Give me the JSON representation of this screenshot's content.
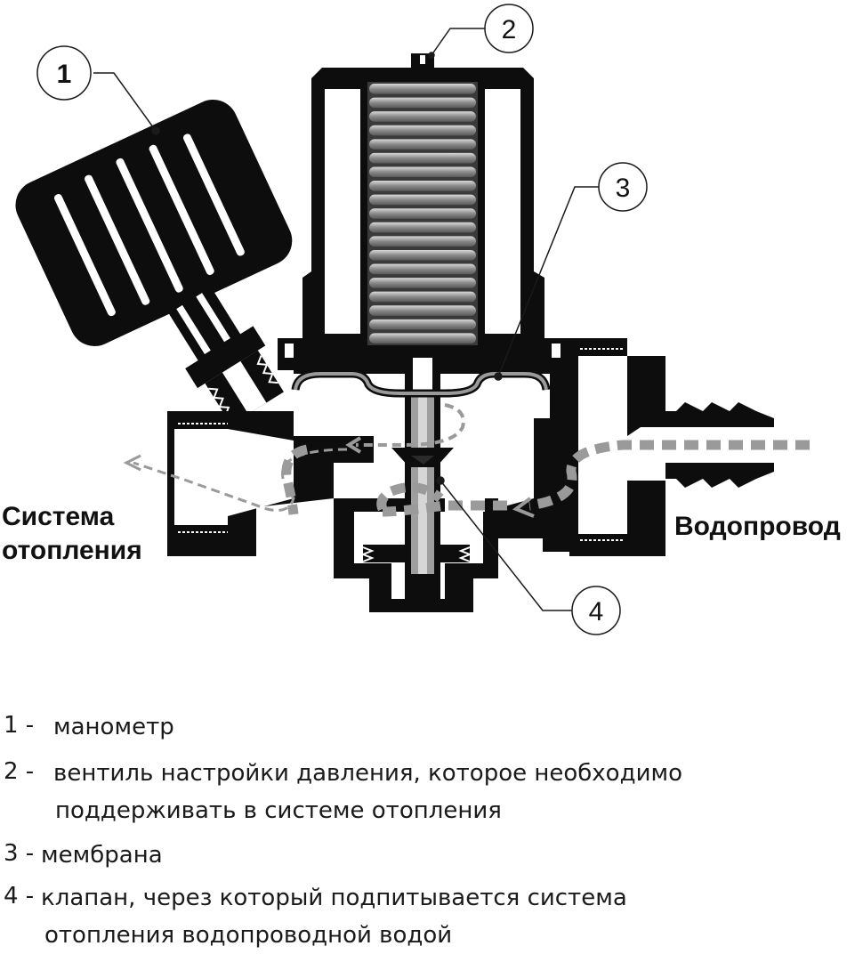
{
  "callouts": [
    "1",
    "2",
    "3",
    "4"
  ],
  "side_labels": {
    "left_line1": "Система",
    "left_line2": "отопления",
    "right": "Водопровод"
  },
  "legend": [
    {
      "num": "1  -",
      "text": "манометр",
      "cont": ""
    },
    {
      "num": "2  -",
      "text": "вентиль  настройки  давления,  которое  необходимо",
      "cont": "поддерживать  в системе отопления"
    },
    {
      "num": "3 -",
      "text": "мембрана",
      "cont": ""
    },
    {
      "num": "4 -",
      "text": "клапан, через  который  подпитывается  система",
      "cont": "отопления  водопроводной водой"
    }
  ],
  "colors": {
    "body": "#0d0d0d",
    "spring": "#8c8c8c",
    "flow_arrow": "#9a9a9a",
    "background": "#ffffff"
  }
}
